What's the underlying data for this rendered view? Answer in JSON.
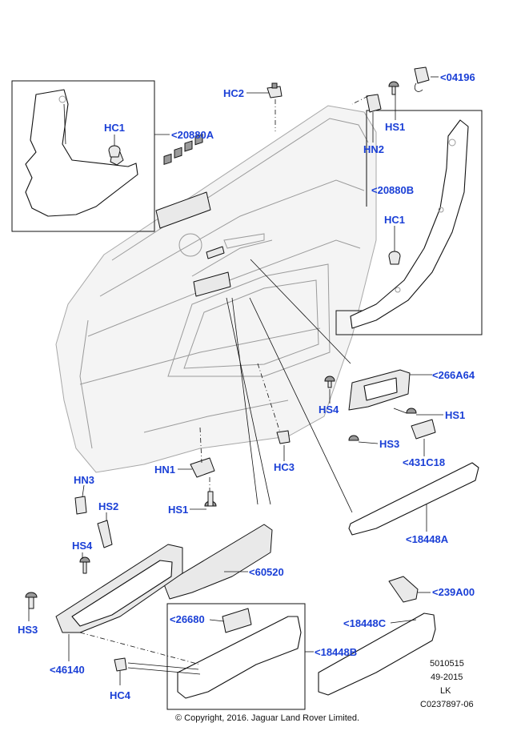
{
  "labels": {
    "hc2": "HC2",
    "c04196": "<04196",
    "hs1_top": "HS1",
    "hn2": "HN2",
    "c20880a": "<20880A",
    "hc1_left": "HC1",
    "c20880b": "<20880B",
    "hc1_right": "HC1",
    "c266a64": "<266A64",
    "hs4_right": "HS4",
    "hs1_right": "HS1",
    "hs3_right": "HS3",
    "c431c18": "<431C18",
    "hc3": "HC3",
    "hn1": "HN1",
    "hs1_mid": "HS1",
    "hn3": "HN3",
    "hs2": "HS2",
    "hs4_left": "HS4",
    "c60520": "<60520",
    "c18448a": "<18448A",
    "c239a00": "<239A00",
    "hs3_left": "HS3",
    "c26680": "<26680",
    "c18448c": "<18448C",
    "c18448b": "<18448B",
    "c46140": "<46140",
    "hc4": "HC4"
  },
  "info_block": {
    "line1": "5010515",
    "line2": "49-2015",
    "line3": "LK",
    "line4": "C0237897-06"
  },
  "copyright": "© Copyright, 2016. Jaguar Land Rover Limited."
}
